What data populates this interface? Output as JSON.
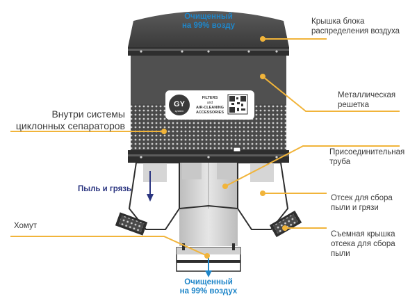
{
  "colors": {
    "leader": "#f1b43a",
    "air_text": "#1f86c9",
    "dust_text": "#2b3580",
    "body_dark": "#3c3c3c",
    "body_mid": "#555555",
    "pipe_light": "#dcdcdc",
    "label_text": "#3a3a3a"
  },
  "air": {
    "top": "Очищенный\nна 99% возду",
    "bottom": "Очищенный\nна 99% воздух"
  },
  "dust_label": "Пыль и грязь",
  "labels": {
    "cover": "Крышка блока\nраспределения воздуха",
    "mesh": "Металлическая\nрешетка",
    "inside": "Внутри системы\nциклонных сепараторов",
    "pipe": "Присоединительная\nтруба",
    "compartment": "Отсек для сбора\nпыли и грязи",
    "clamp": "Хомут",
    "removable_cover": "Съемная крышка\nотсека для сбора\nпыли"
  },
  "logo": {
    "mark": "GY",
    "sub": "system",
    "lines": [
      "FILTERS",
      "and",
      "AIR-CLEANING",
      "ACCESSORIES"
    ]
  },
  "icons": [
    "qr-code-icon",
    "arrow-down-icon"
  ]
}
